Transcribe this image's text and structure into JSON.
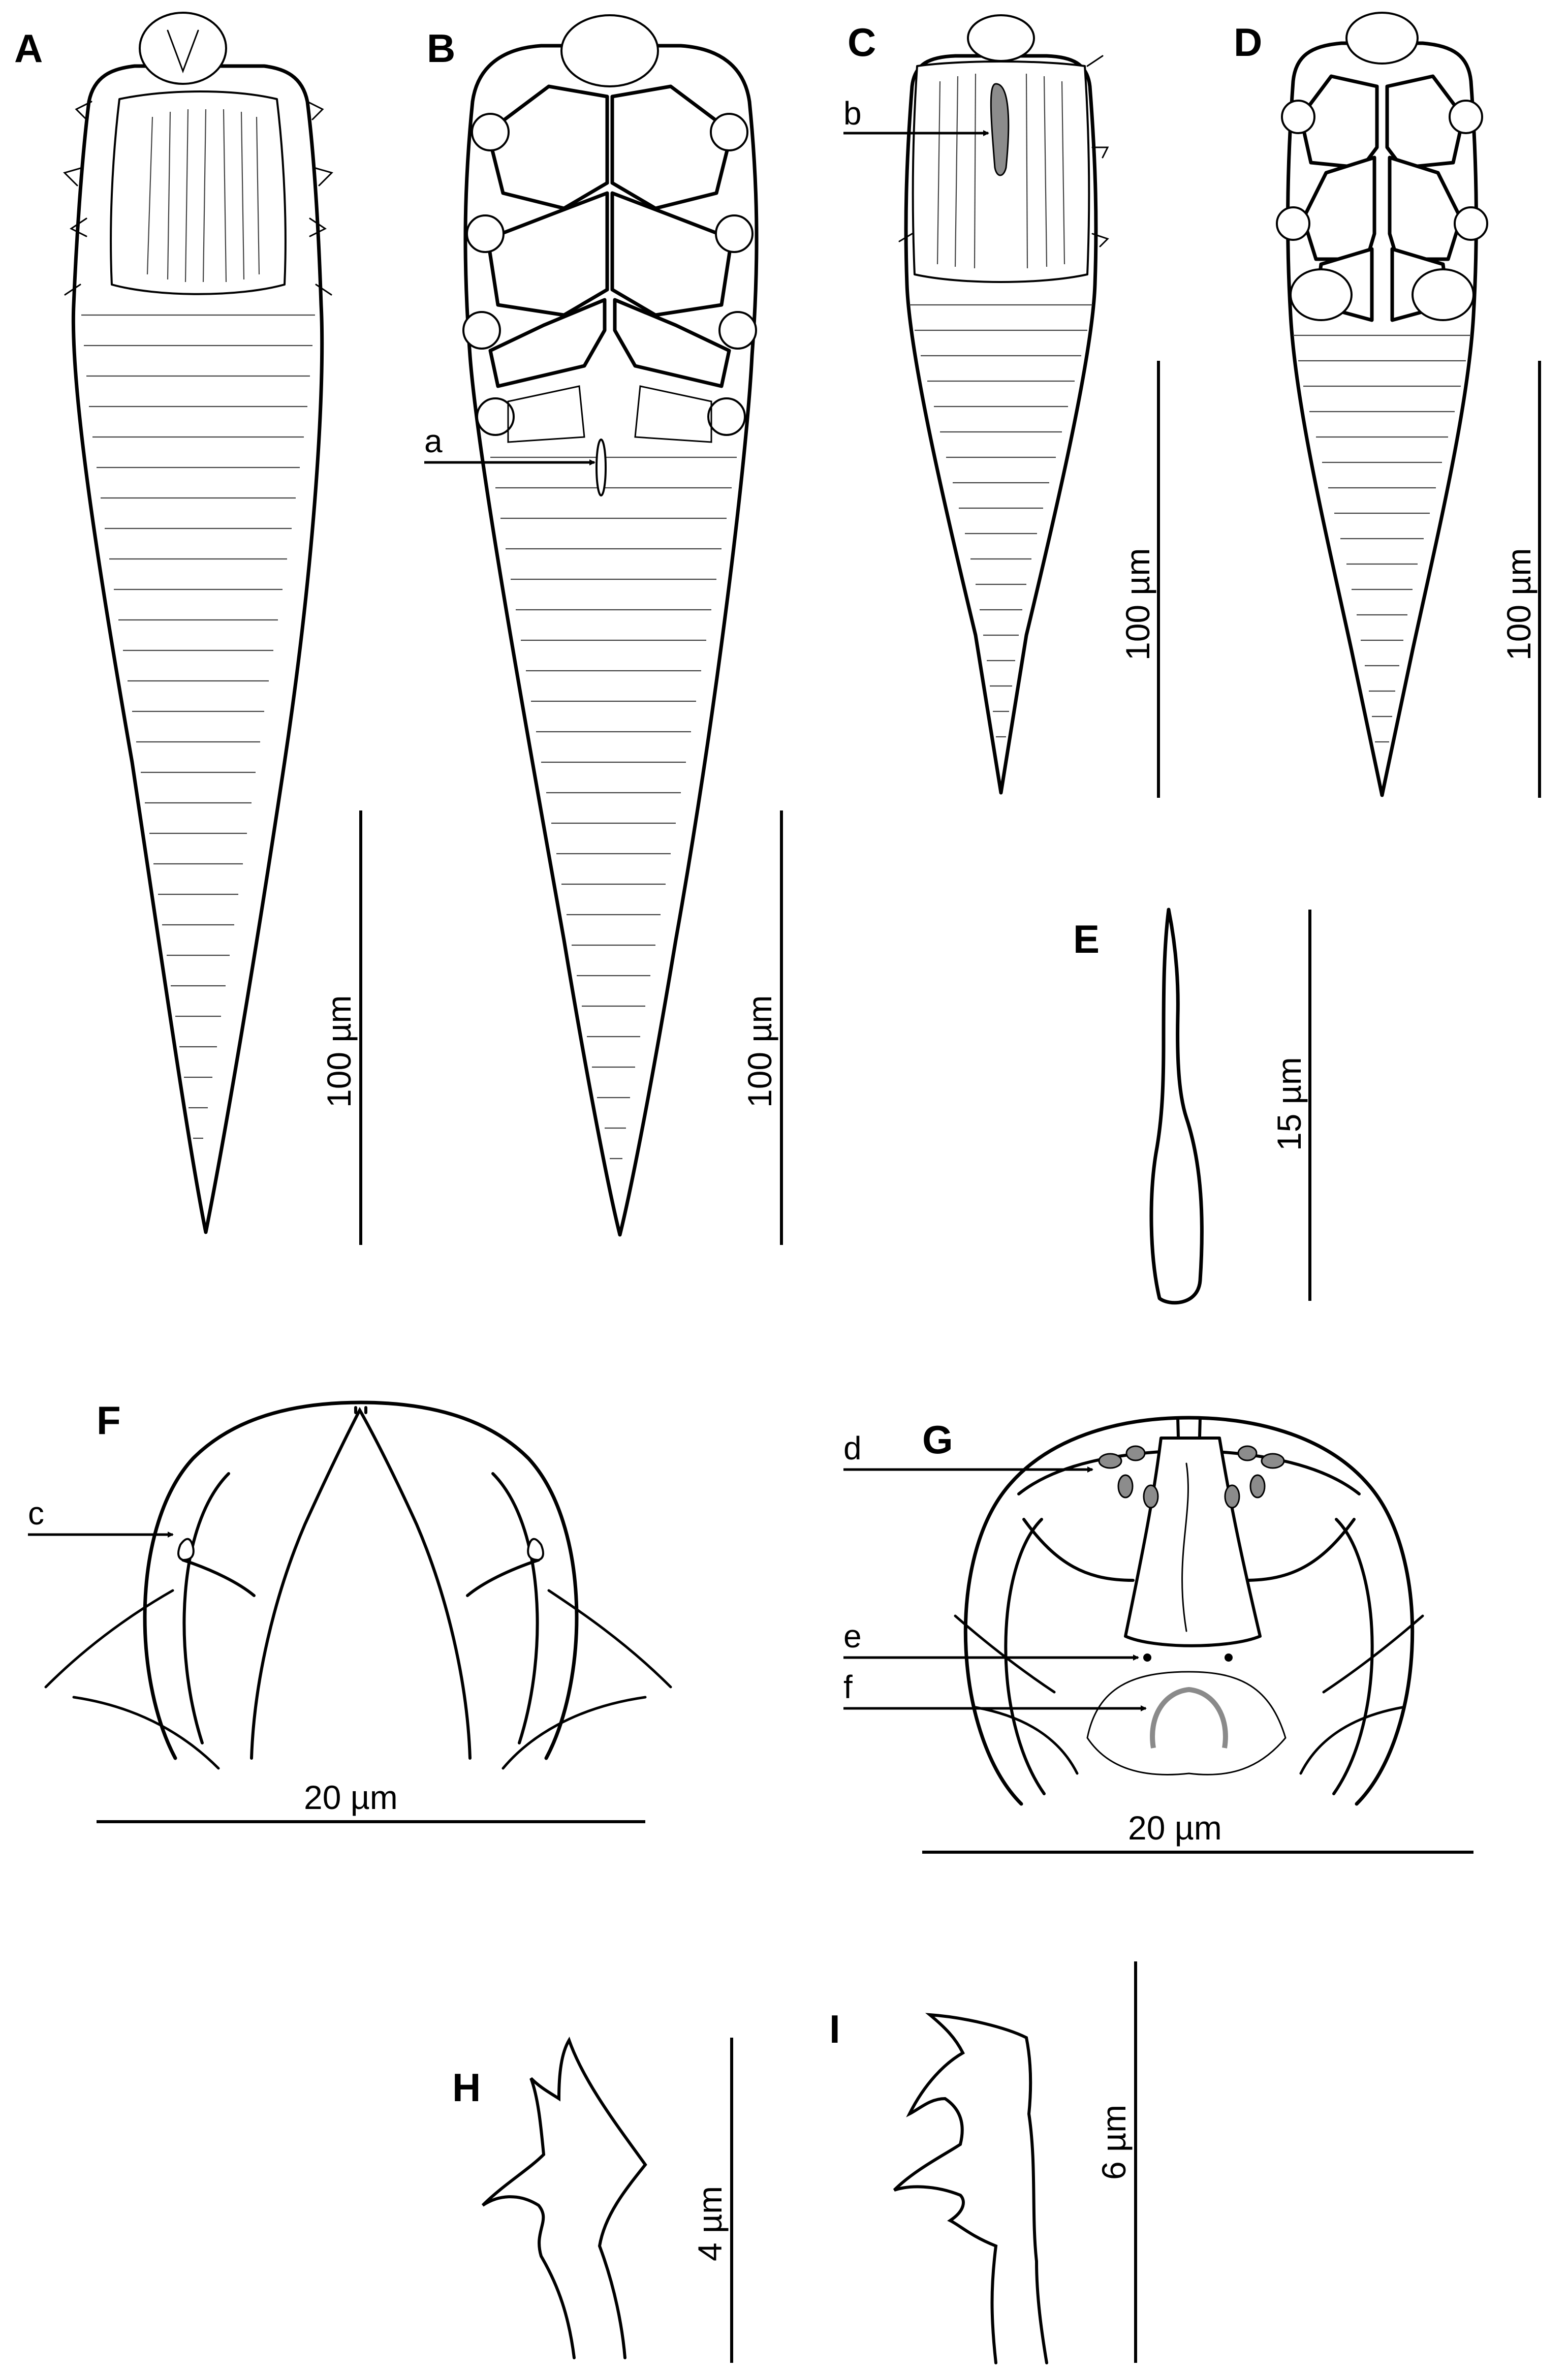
{
  "figure": {
    "panels": {
      "A": {
        "letter": "A",
        "scale": "100 µm"
      },
      "B": {
        "letter": "B",
        "scale": "100 µm"
      },
      "C": {
        "letter": "C",
        "scale": "100 µm"
      },
      "D": {
        "letter": "D",
        "scale": "100 µm"
      },
      "E": {
        "letter": "E",
        "scale": "15 µm"
      },
      "F": {
        "letter": "F",
        "scale": "20 µm"
      },
      "G": {
        "letter": "G",
        "scale": "20 µm"
      },
      "H": {
        "letter": "H",
        "scale": "4 µm"
      },
      "I": {
        "letter": "I",
        "scale": "6 µm"
      }
    },
    "callouts": {
      "a": "a",
      "b": "b",
      "c": "c",
      "d": "d",
      "e": "e",
      "f": "f"
    }
  }
}
